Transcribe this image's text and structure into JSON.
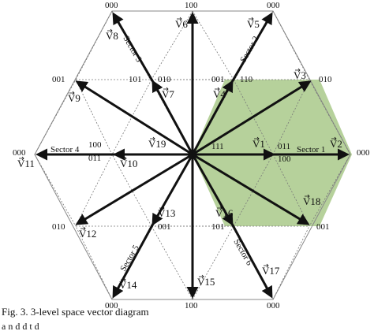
{
  "switching_states": {
    "outer_top_left": "000",
    "outer_top_middle": "100",
    "outer_top_right": "000",
    "mid_left_upper": "001",
    "mid_left_upper_right": "101",
    "mid_upper_left_right": "010",
    "mid_upper_right_left": "001",
    "mid_upper_right_right": "110",
    "outer_right_upper": "010",
    "outer_left": "000",
    "inner_left_top": "100",
    "inner_left_bottom": "011",
    "inner_right_top": "111",
    "inner_right_mid": "011",
    "inner_right_bottom": "100",
    "outer_right": "000",
    "mid_left_lower": "010",
    "mid_lower_left_mid": "001",
    "mid_lower_right_mid": "101",
    "outer_right_lower": "001",
    "outer_bottom_left": "000",
    "outer_bottom_middle": "100",
    "outer_bottom_right": "000"
  },
  "vectors": {
    "v1": "V1",
    "v2": "V2",
    "v3": "V3",
    "v4": "V4",
    "v5": "V5",
    "v6": "V6",
    "v7": "V7",
    "v8": "V8",
    "v9": "V9",
    "v10": "V10",
    "v11": "V11",
    "v12": "V12",
    "v13": "V13",
    "v14": "V14",
    "v15": "V15",
    "v16": "V16",
    "v17": "V17",
    "v18": "V18",
    "v19": "V19"
  },
  "sectors": {
    "s1": "Sector 1",
    "s2": "Sector 2",
    "s3": "Sector 3",
    "s4": "Sector 4",
    "s5": "Sector 5",
    "s6": "Sector 6"
  },
  "caption": "Fig. 3. 3-level space vector diagram",
  "cut_text": "a                       n    d                          d           t                    d",
  "colors": {
    "sector_fill": "#a9c98a",
    "line": "#111111",
    "dotted": "#777777"
  }
}
